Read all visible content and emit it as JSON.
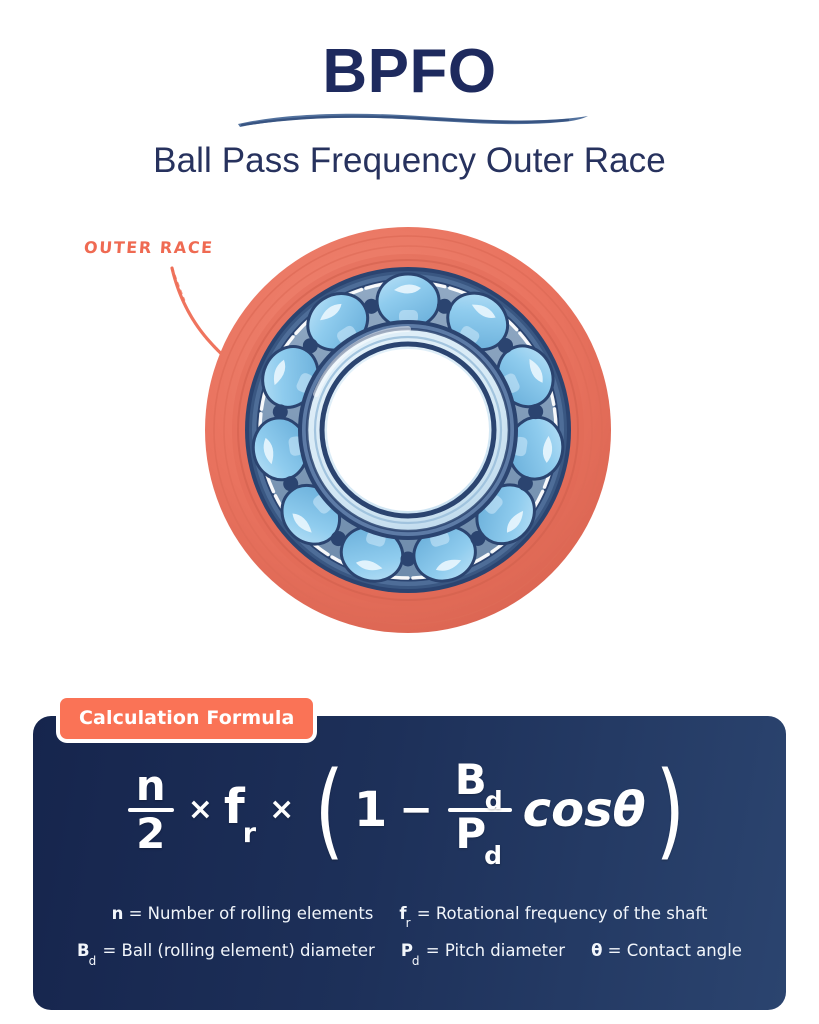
{
  "header": {
    "title": "BPFO",
    "subtitle": "Ball Pass Frequency Outer Race",
    "title_color": "#1e2a5e",
    "underline_color": "#4a6a99"
  },
  "annotation": {
    "label": "OUTER RACE",
    "color": "#ef6a52",
    "leader_icon": "curved-leader-line"
  },
  "bearing": {
    "name": "ball-bearing-cutaway",
    "outer_race_color": "#e8705e",
    "outer_race_highlight": "#ef8672",
    "cage_color": "#7e99b8",
    "cage_stroke": "#2b4470",
    "ball_color": "#8fcceee",
    "ball_fill": "#8fccee",
    "ball_highlight": "#c9e8f8",
    "inner_race_color": "#d6e9f5",
    "bore_color": "#ffffff",
    "ball_count": 11
  },
  "formula": {
    "badge": "Calculation Formula",
    "badge_color": "#fa7356",
    "panel_color": "#1b2c5a",
    "expression_plain": "n/2 × f_r × (1 − (B_d/P_d) cosθ)",
    "numerator": "n",
    "denominator": "2",
    "multiply_1": "×",
    "term_f": "f",
    "term_f_sub": "r",
    "multiply_2": "×",
    "paren_open": "(",
    "one": "1",
    "minus": "−",
    "frac2_num": "B",
    "frac2_num_sub": "d",
    "frac2_den": "P",
    "frac2_den_sub": "d",
    "cos": "cos",
    "theta": "θ",
    "paren_close": ")",
    "legend": [
      [
        {
          "sym": "n",
          "sub": "",
          "text": "= Number of rolling elements"
        },
        {
          "sym": "f",
          "sub": "r",
          "text": "= Rotational frequency of the shaft"
        }
      ],
      [
        {
          "sym": "B",
          "sub": "d",
          "text": "= Ball (rolling element) diameter"
        },
        {
          "sym": "P",
          "sub": "d",
          "text": "= Pitch diameter"
        },
        {
          "sym": "θ",
          "sub": "",
          "text": "= Contact angle"
        }
      ]
    ]
  }
}
